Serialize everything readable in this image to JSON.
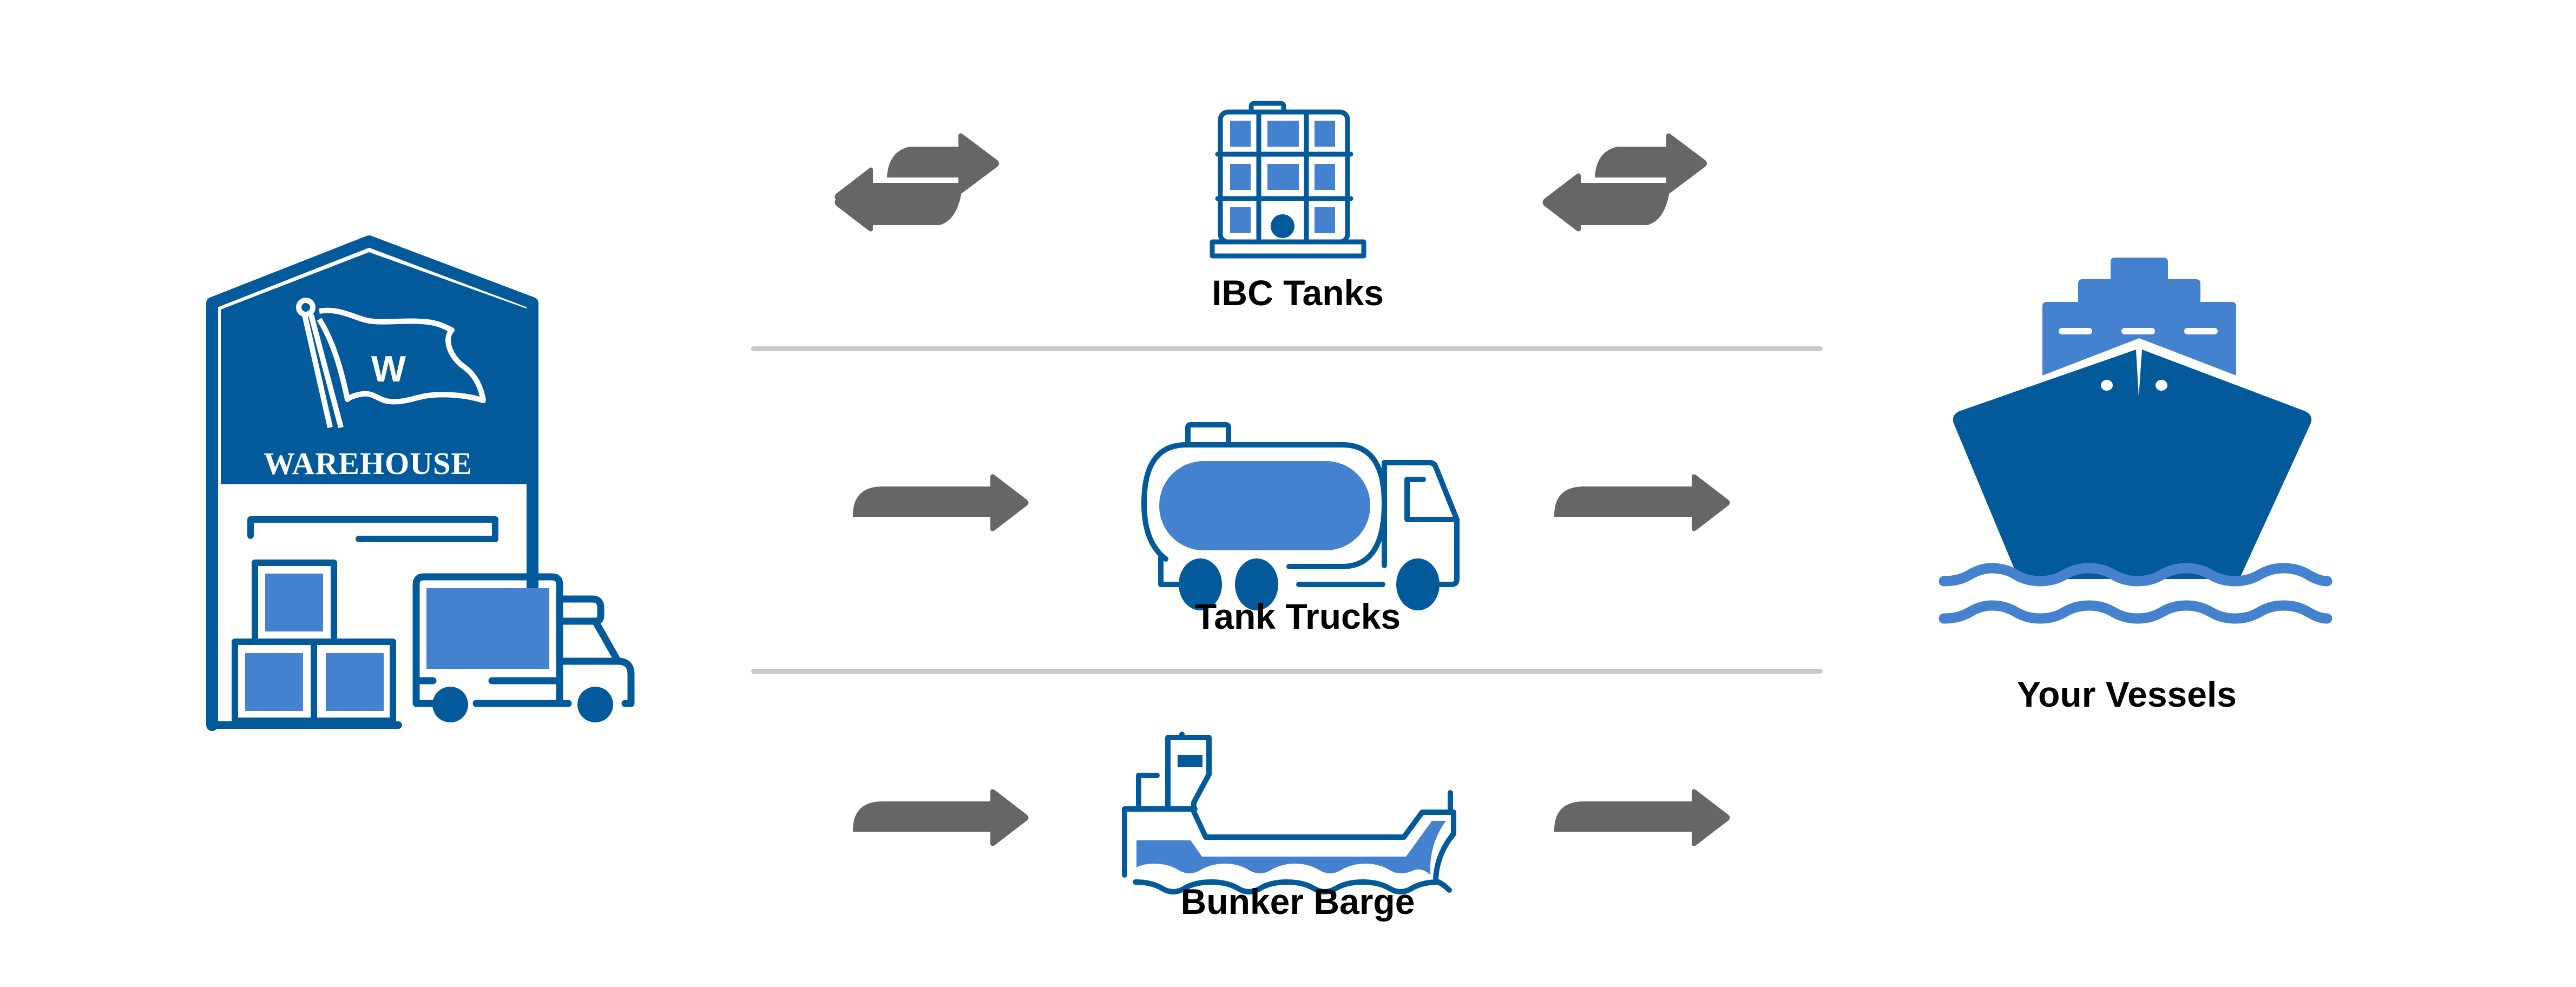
{
  "diagram": {
    "title": "Warehouse to vessel supply routes",
    "colors": {
      "dark_blue": "#035a9a",
      "light_blue": "#4482cf",
      "arrow_gray": "#666666",
      "separator_gray": "#c8c8c8",
      "label_black": "#000000",
      "background": "#ffffff"
    },
    "source": {
      "label": "WAREHOUSE",
      "flag_letter": "W",
      "icon": "warehouse-icon"
    },
    "destination": {
      "label": "Your Vessels",
      "icon": "ship-icon"
    },
    "routes": [
      {
        "label": "IBC Tanks",
        "icon": "ibc-tank-icon",
        "arrow_type": "bidirectional"
      },
      {
        "label": "Tank Trucks",
        "icon": "tank-truck-icon",
        "arrow_type": "forward"
      },
      {
        "label": "Bunker Barge",
        "icon": "bunker-barge-icon",
        "arrow_type": "forward"
      }
    ]
  }
}
